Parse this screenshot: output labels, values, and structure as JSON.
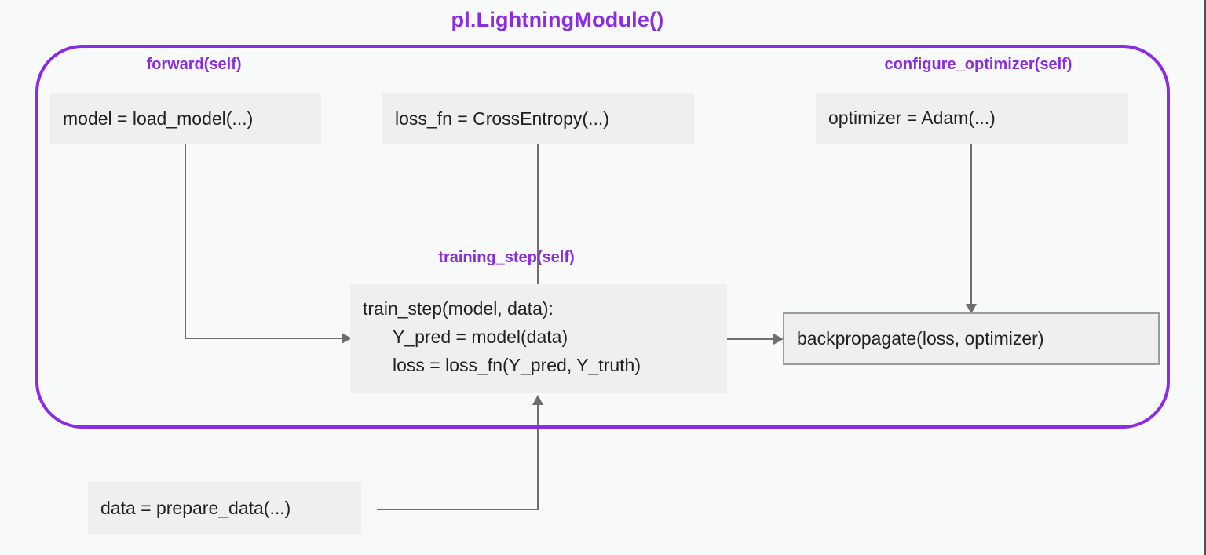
{
  "title": "pl.LightningModule()",
  "labels": {
    "forward": "forward(self)",
    "training_step": "training_step(self)",
    "configure_optimizer": "configure_optimizer(self)"
  },
  "boxes": {
    "model": "model = load_model(...)",
    "loss_fn": "loss_fn = CrossEntropy(...)",
    "optimizer": "optimizer = Adam(...)",
    "train_step_lines": [
      "train_step(model, data):",
      "Y_pred = model(data)",
      "loss = loss_fn(Y_pred, Y_truth)"
    ],
    "backpropagate": "backpropagate(loss, optimizer)",
    "data": "data = prepare_data(...)"
  },
  "colors": {
    "accent_purple": "#8b2be2",
    "box_fill": "#efefef",
    "box_border": "#9b9b9b",
    "arrow": "#6e6e6e",
    "text": "#202124",
    "background": "#f8f9f9"
  }
}
